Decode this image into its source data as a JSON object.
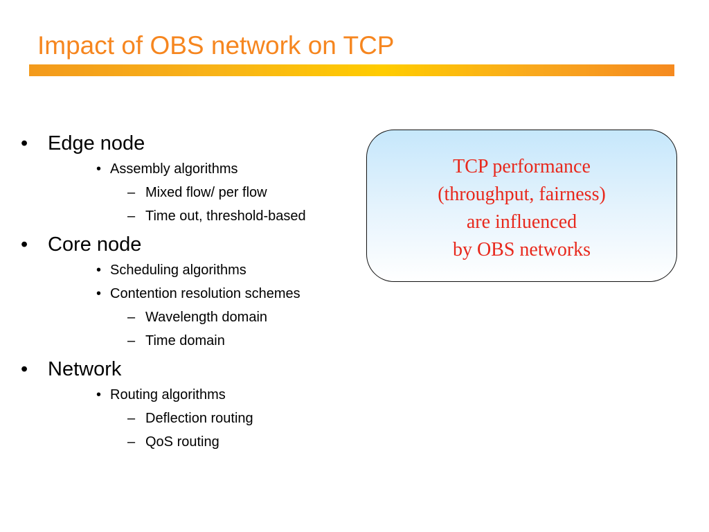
{
  "title": "Impact of OBS network on TCP",
  "colors": {
    "title": "#f6861f",
    "accent_bar": "#f8b417",
    "callout_text": "#e8281c",
    "callout_fill": "#c6e7fb"
  },
  "outline": [
    {
      "level": 1,
      "marker": "•",
      "text": "Edge node"
    },
    {
      "level": 2,
      "marker": "•",
      "text": "Assembly algorithms"
    },
    {
      "level": 3,
      "marker": "–",
      "text": "Mixed flow/ per flow"
    },
    {
      "level": 3,
      "marker": "–",
      "text": "Time out, threshold-based"
    },
    {
      "level": 1,
      "marker": "•",
      "text": "Core node"
    },
    {
      "level": 2,
      "marker": "•",
      "text": "Scheduling algorithms"
    },
    {
      "level": 2,
      "marker": "•",
      "text": "Contention resolution schemes"
    },
    {
      "level": 3,
      "marker": "–",
      "text": "Wavelength domain"
    },
    {
      "level": 3,
      "marker": "–",
      "text": "Time domain"
    },
    {
      "level": 1,
      "marker": "•",
      "text": "Network"
    },
    {
      "level": 2,
      "marker": "•",
      "text": "Routing algorithms"
    },
    {
      "level": 3,
      "marker": "–",
      "text": "Deflection routing"
    },
    {
      "level": 3,
      "marker": "–",
      "text": "QoS routing"
    }
  ],
  "callout": {
    "lines": [
      "TCP performance",
      "(throughput, fairness)",
      "are influenced",
      "by OBS networks"
    ]
  }
}
